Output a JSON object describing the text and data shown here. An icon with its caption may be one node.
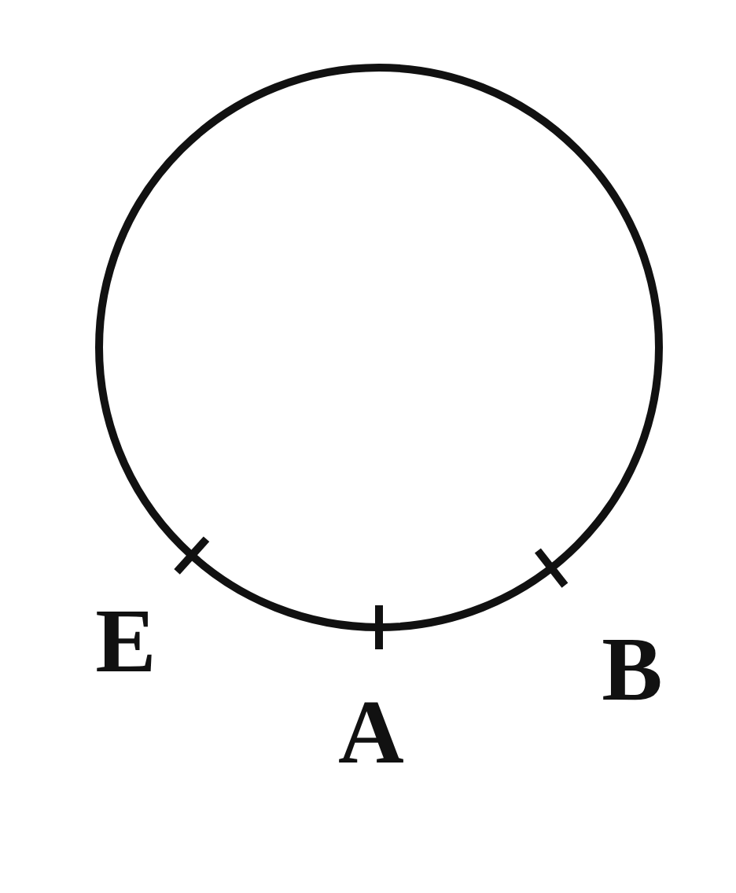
{
  "diagram": {
    "labels": [
      "E",
      "A",
      "B"
    ]
  }
}
